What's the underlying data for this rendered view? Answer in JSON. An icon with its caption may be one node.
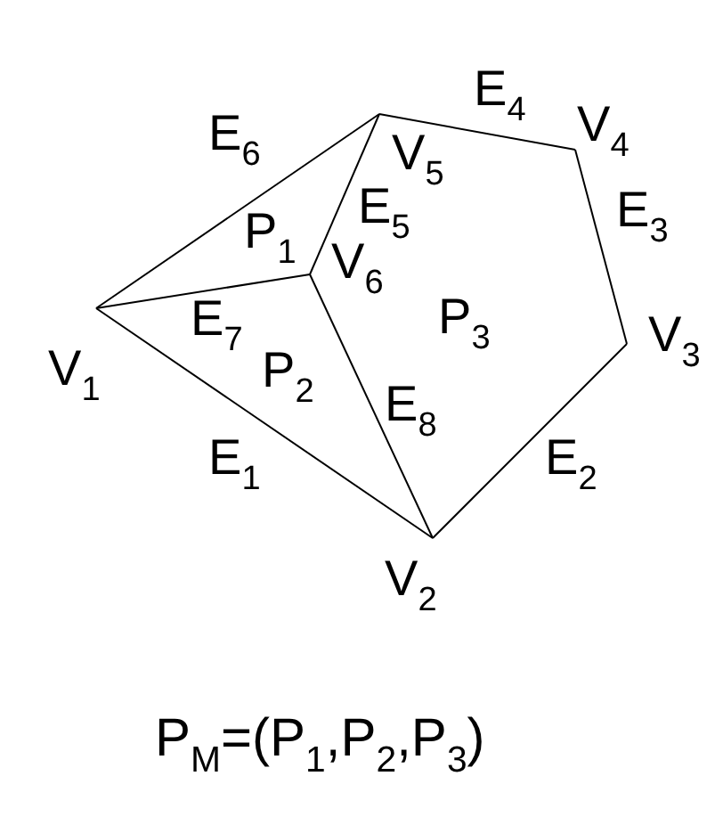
{
  "diagram": {
    "caption": "P$_{M}$=(P$_{1}$,P$_{2}$,P$_{3}$)",
    "nodes": [
      {
        "text": [
          "V$_{1}$"
        ]
      },
      {
        "text": [
          "V$_{2}$"
        ]
      },
      {
        "text": [
          "V$_{3}$"
        ]
      },
      {
        "text": [
          "V$_{4}$"
        ]
      },
      {
        "text": [
          "V$_{5}$"
        ]
      },
      {
        "text": [
          "V$_{6}$"
        ]
      }
    ],
    "edges": [
      {
        "from": 0,
        "to": 1,
        "arrow": "none",
        "label": "E$_{1}$"
      },
      {
        "from": 1,
        "to": 2,
        "arrow": "none",
        "label": "E$_{2}$"
      },
      {
        "from": 2,
        "to": 3,
        "arrow": "none",
        "label": "E$_{3}$"
      },
      {
        "from": 3,
        "to": 4,
        "arrow": "none",
        "label": "E$_{4}$"
      },
      {
        "from": 4,
        "to": 5,
        "arrow": "none",
        "label": "E$_{5}$"
      },
      {
        "from": 0,
        "to": 4,
        "arrow": "none",
        "label": "E$_{6}$"
      },
      {
        "from": 0,
        "to": 5,
        "arrow": "none",
        "label": "E$_{7}$"
      },
      {
        "from": 5,
        "to": 1,
        "arrow": "none",
        "label": "E$_{8}$"
      }
    ],
    "labels": [
      "P$_{1}$",
      "P$_{3}$",
      "P$_{2}$"
    ]
  }
}
